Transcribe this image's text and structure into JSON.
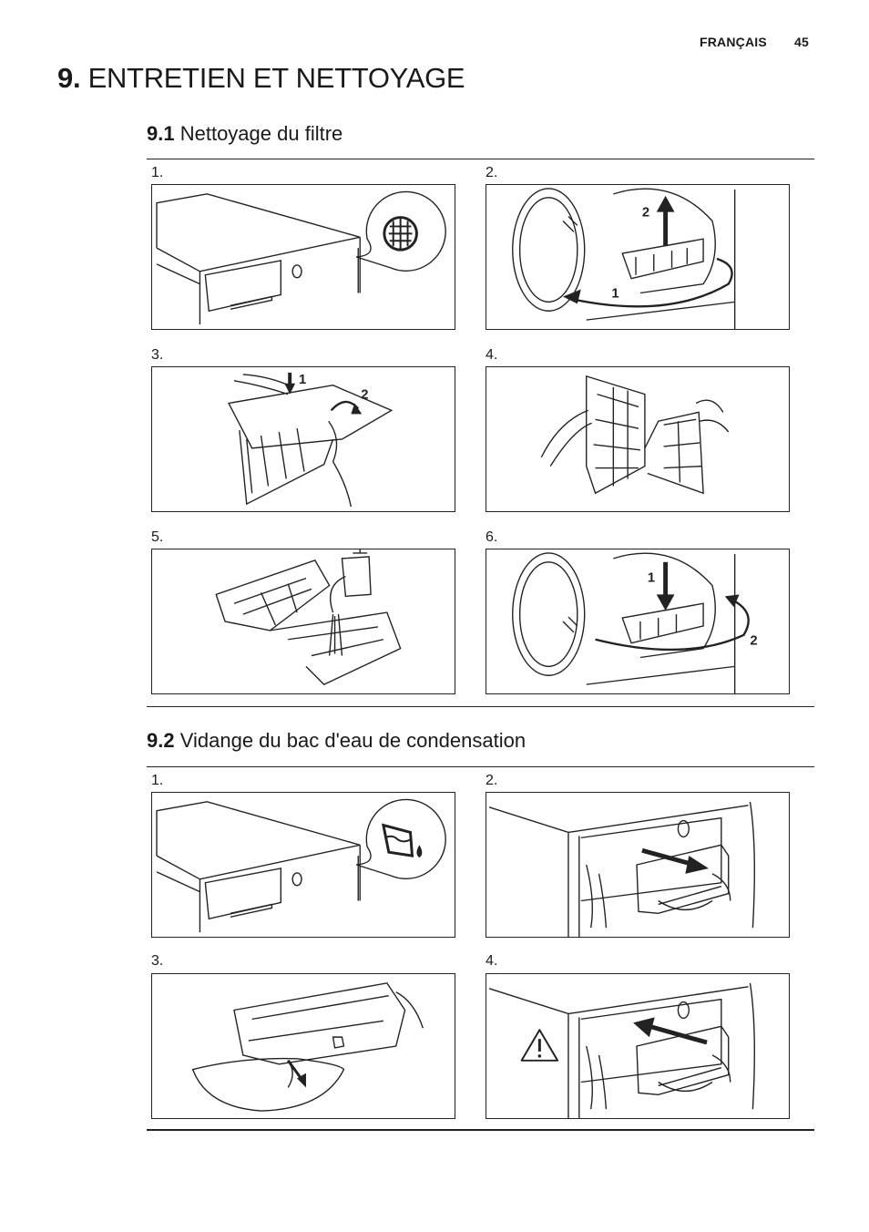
{
  "header": {
    "language": "FRANÇAIS",
    "page_number": "45"
  },
  "chapter": {
    "number": "9.",
    "title": "ENTRETIEN ET NETTOYAGE"
  },
  "sections": [
    {
      "number": "9.1",
      "title": "Nettoyage du filtre",
      "steps": [
        "1.",
        "2.",
        "3.",
        "4.",
        "5.",
        "6."
      ]
    },
    {
      "number": "9.2",
      "title": "Vidange du bac d'eau de condensation",
      "steps": [
        "1.",
        "2.",
        "3.",
        "4."
      ]
    }
  ],
  "labels": {
    "one": "1",
    "two": "2"
  },
  "icons": [
    "filter-grid-icon",
    "water-container-icon",
    "warning-icon"
  ]
}
